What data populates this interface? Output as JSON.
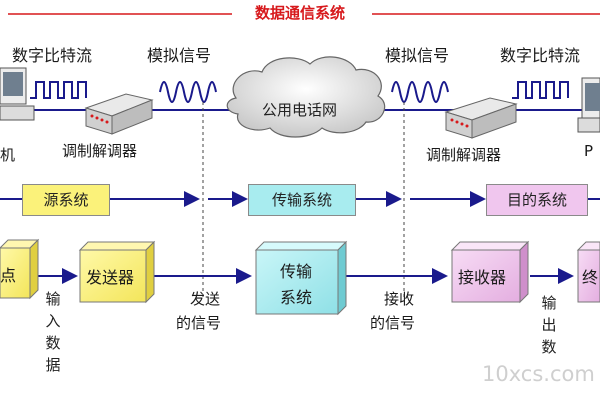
{
  "title": "数据通信系统",
  "top": {
    "digital_left": "数字比特流",
    "analog_left": "模拟信号",
    "analog_right": "模拟信号",
    "digital_right": "数字比特流",
    "cloud": "公用电话网",
    "modem_left": "调制解调器",
    "modem_right": "调制解调器",
    "pc_left_fragment": "机",
    "pc_right_fragment": "P"
  },
  "systems": {
    "source": "源系统",
    "transmission": "传输系统",
    "destination": "目的系统"
  },
  "blocks": {
    "left_fragment": "点",
    "transmitter": "发送器",
    "transmission_line1": "传输",
    "transmission_line2": "系统",
    "receiver": "接收器",
    "right_fragment": "终"
  },
  "labels": {
    "input_data": [
      "输",
      "入",
      "数",
      "据"
    ],
    "output_data": [
      "输",
      "出",
      "数"
    ],
    "sent_signal_line1": "发送",
    "sent_signal_line2": "的信号",
    "recv_signal_line1": "接收",
    "recv_signal_line2": "的信号"
  },
  "watermark": "10xcs.com",
  "colors": {
    "title": "#d7191c",
    "line": "#1a1a8c",
    "yellow": "#fbf27a",
    "cyan": "#a8ecef",
    "pink": "#f0c6ee"
  }
}
